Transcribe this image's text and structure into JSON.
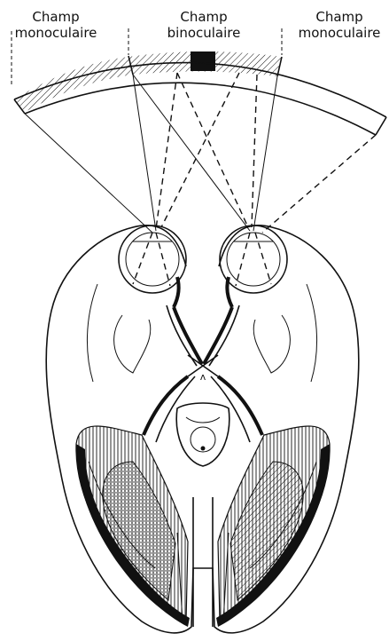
{
  "labels": {
    "left": [
      "Champ",
      "monoculaire"
    ],
    "center": [
      "Champ",
      "binoculaire"
    ],
    "right": [
      "Champ",
      "monoculaire"
    ]
  },
  "colors": {
    "ink": "#111111",
    "paper": "#ffffff"
  }
}
